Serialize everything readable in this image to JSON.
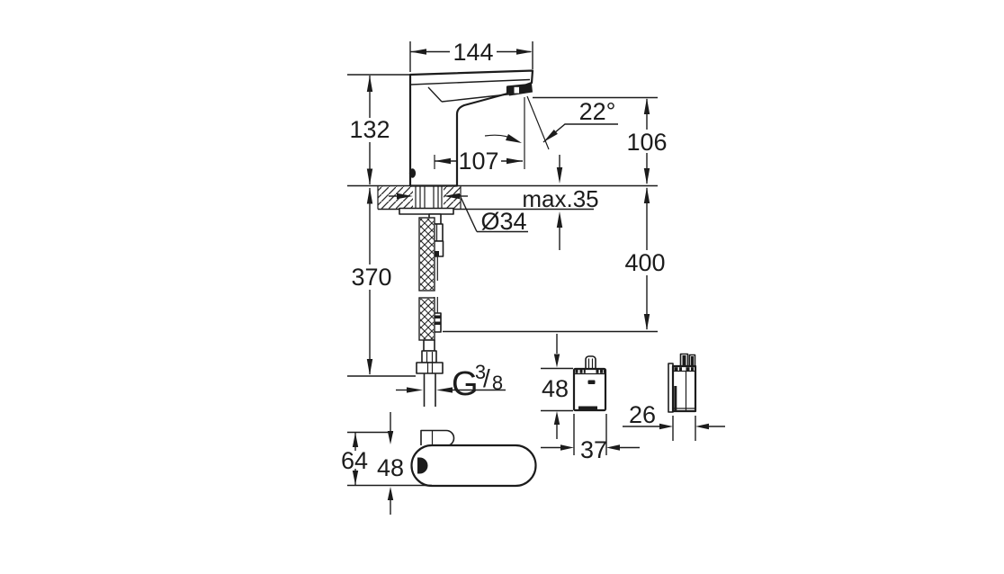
{
  "meta": {
    "type": "technical-dimension-drawing",
    "subject": "electronic sensor basin mixer with supply hose, control box and base footprint views",
    "background": "#ffffff",
    "ink": "#1c1c1c"
  },
  "side_view": {
    "labels": {
      "spout_width": "144",
      "body_height": "132",
      "spout_reach": "107",
      "spray_angle": "22°",
      "outlet_height": "106",
      "max_deck_thickness": "max.35",
      "hole_diameter": "Ø34",
      "supply_length": "370",
      "install_distance": "400",
      "thread_letter": "G",
      "thread_numerator": "3",
      "thread_slash": "/",
      "thread_denominator": "8"
    }
  },
  "base_view": {
    "labels": {
      "total_depth": "64",
      "body_width": "48"
    }
  },
  "control_box_front": {
    "labels": {
      "height": "48",
      "width": "37"
    }
  },
  "control_box_side": {
    "labels": {
      "depth": "26"
    }
  }
}
